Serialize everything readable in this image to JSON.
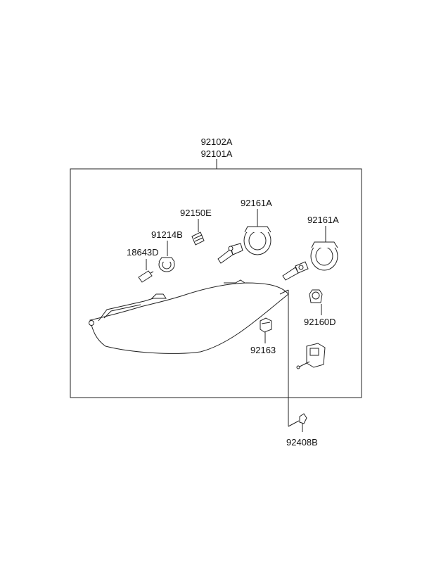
{
  "parts": {
    "assembly_a": "92102A",
    "assembly_b": "92101A",
    "bulb_sidemarker": "18643D",
    "socket_sidemarker": "91214B",
    "bulb_position": "92150E",
    "socket_left": "92161A",
    "socket_right": "92161A",
    "bulb_socket_small": "92160D",
    "bulb_turn": "92163",
    "bracket_nut": "92408B"
  }
}
